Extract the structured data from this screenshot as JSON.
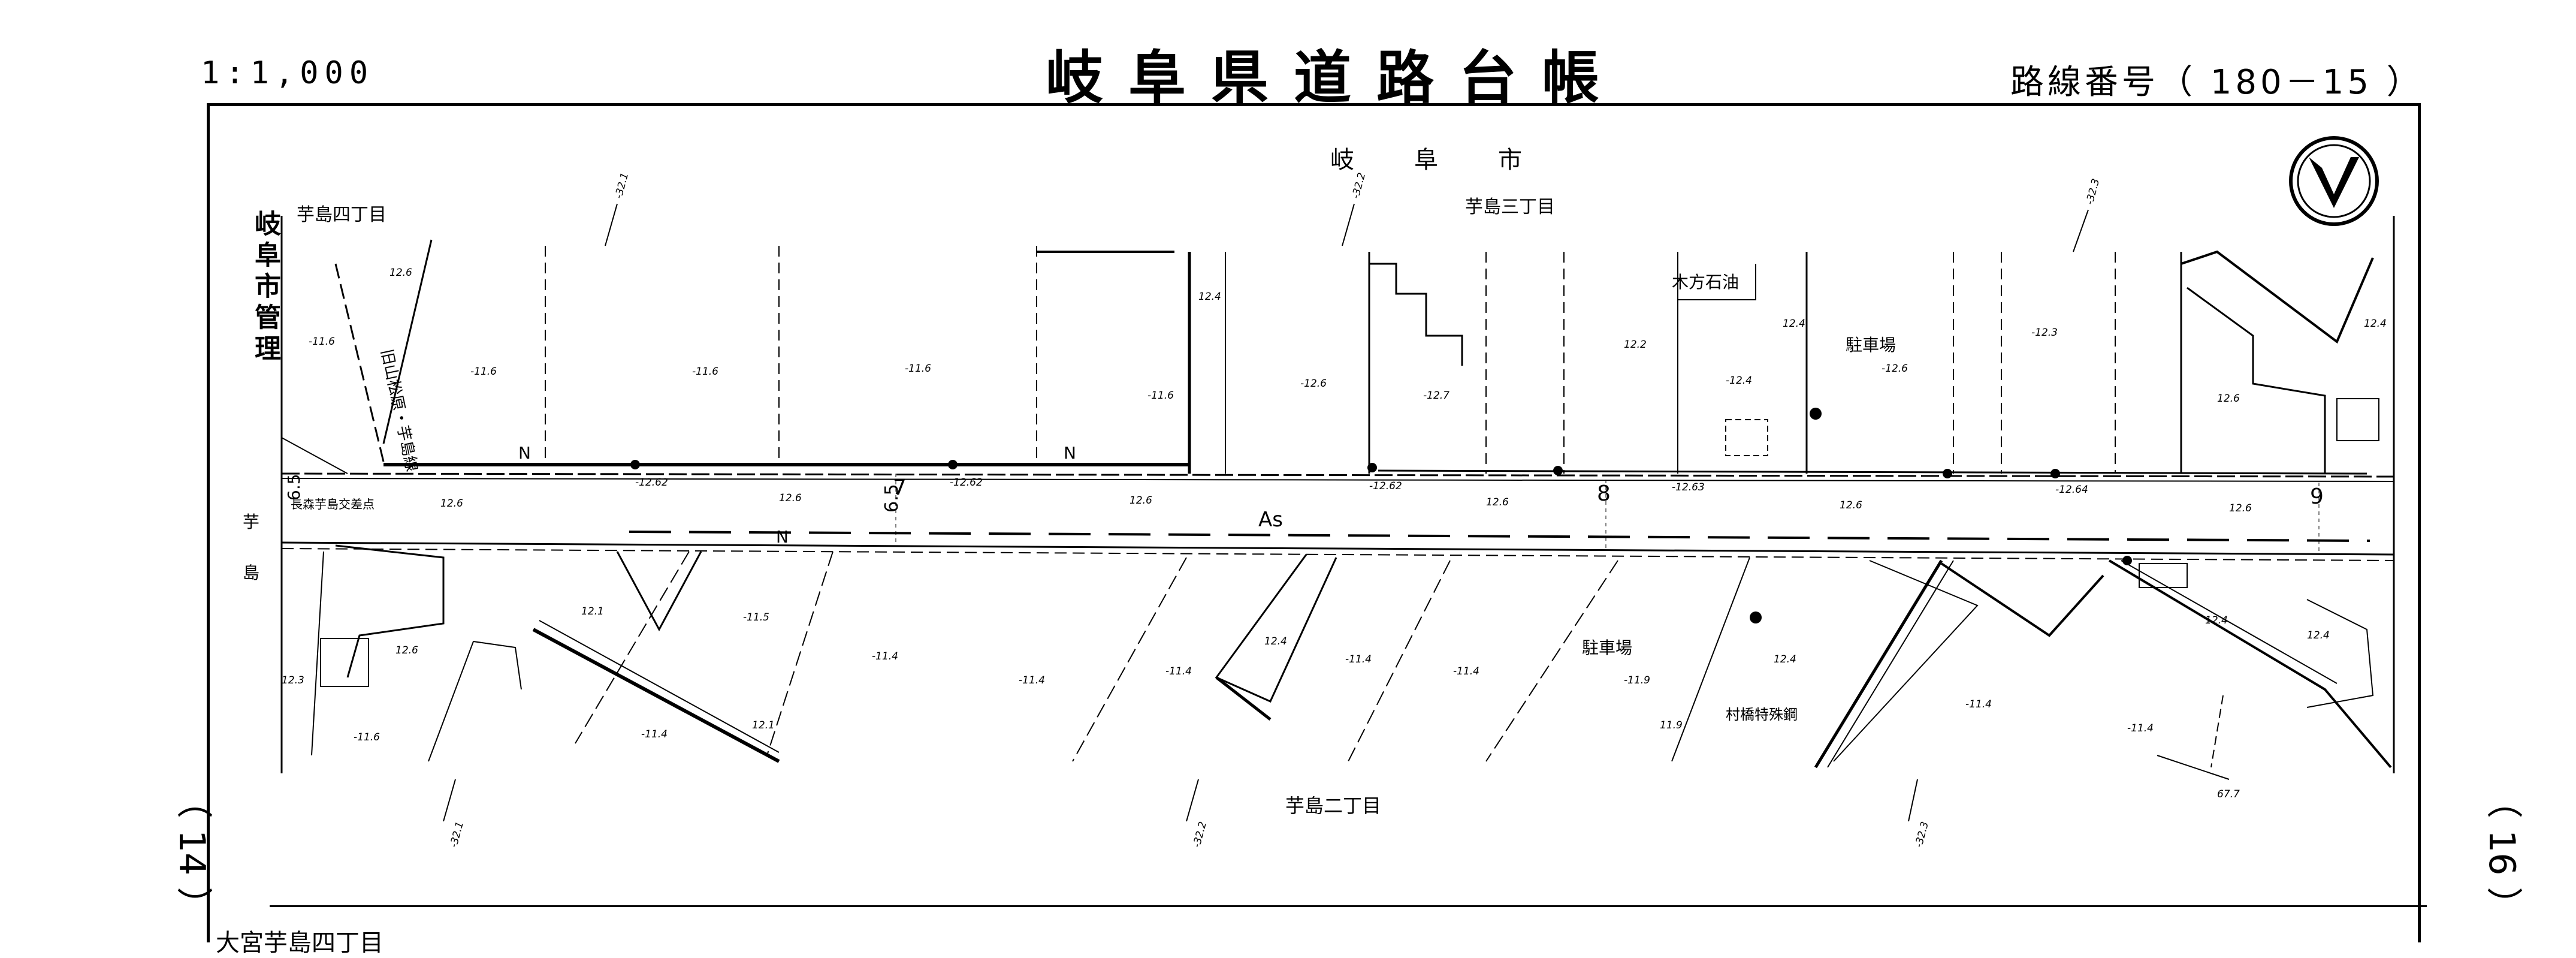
{
  "header": {
    "scale": "1:1,000",
    "title": "岐阜県道路台帳",
    "route_label": "路線番号（ 180－15 ）"
  },
  "sidebar": {
    "left_page": "（ 14 ）",
    "right_page": "（ 16 ）",
    "manager": "岐阜市管理"
  },
  "map": {
    "city": "岐　阜　市",
    "districts": {
      "north_west": "芋島四丁目",
      "north": "芋島三丁目",
      "south": "芋島二丁目",
      "west_a": "芋",
      "west_b": "島"
    },
    "features": {
      "railway": "旧山松原・芋島線",
      "gas_station": "木方石油",
      "parking_north": "駐車場",
      "parking_south": "駐車場",
      "crossing": "長森芋島交差点",
      "shop": "村橋特殊鋼",
      "surface": "As"
    },
    "stations": [
      "7",
      "8",
      "9"
    ],
    "station_side": "6.5",
    "station_side_b": "6.5",
    "north_marks": [
      "N",
      "N",
      "N"
    ],
    "elevations": {
      "road": [
        "-12.62",
        "-12.62",
        "-12.62",
        "-12.63",
        "-12.64",
        "12.6",
        "12.6",
        "12.6",
        "12.6",
        "12.6",
        "12.6"
      ],
      "north": [
        "-11.6",
        "-11.6",
        "-11.6",
        "-11.6",
        "-11.6",
        "-12.6",
        "-12.7",
        "12.2",
        "-12.4",
        "-12.6",
        "-12.3",
        "12.6",
        "12.4",
        "12.4",
        "12.6",
        "12.4"
      ],
      "south": [
        "-11.5",
        "-11.4",
        "-11.4",
        "-11.4",
        "-11.4",
        "-11.4",
        "-11.9",
        "12.4",
        "12.4",
        "-11.4",
        "-11.4",
        "12.4",
        "12.4",
        "12.1",
        "-11.4",
        "-11.6",
        "12.6",
        "12.1",
        "12.3",
        "11.9",
        "67.7"
      ]
    },
    "grid_ticks": [
      "-32.1",
      "-32.2",
      "-32.3",
      "-32.1",
      "-32.2",
      "-32.3"
    ]
  },
  "footer": {
    "text": "大宮芋島四丁目"
  }
}
